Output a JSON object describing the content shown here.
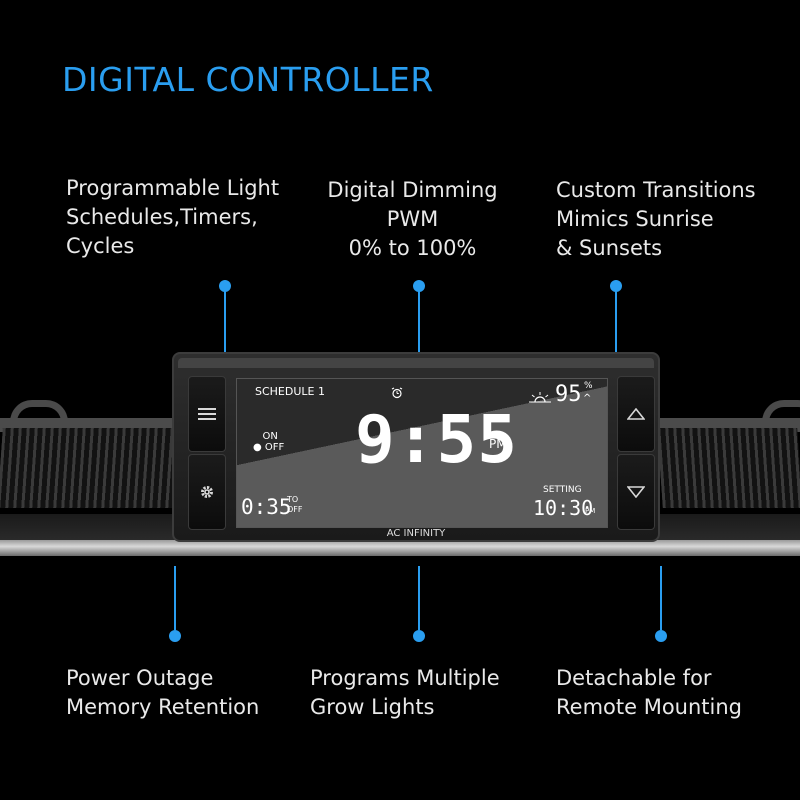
{
  "header": {
    "title": "DIGITAL CONTROLLER"
  },
  "colors": {
    "accent": "#2a9ef0",
    "text": "#e9e9e9",
    "background": "#000000"
  },
  "features_top": [
    {
      "text": "Programmable Light\nSchedules,Timers,\nCycles"
    },
    {
      "text": "Digital Dimming\nPWM\n0% to 100%"
    },
    {
      "text": "Custom Transitions\nMimics Sunrise\n& Sunsets"
    }
  ],
  "features_bottom": [
    {
      "text": "Power Outage\nMemory Retention"
    },
    {
      "text": "Programs Multiple\nGrow Lights"
    },
    {
      "text": "Detachable for\nRemote Mounting"
    }
  ],
  "controller": {
    "brand": "AC INFINITY",
    "buttons": {
      "menu": "menu-icon",
      "settings": "gear-icon",
      "up": "triangle-up-icon",
      "down": "triangle-down-icon"
    },
    "screen": {
      "schedule": "SCHEDULE 1",
      "humidity": "95",
      "humidity_unit": "%",
      "on_label": "ON",
      "off_label": "OFF",
      "time": "9:55",
      "meridiem": "PM",
      "countdown": "0:35",
      "countdown_to": "TO",
      "countdown_off": "OFF",
      "setting_label": "SETTING",
      "setting_time": "10:30",
      "setting_meridiem": "PM"
    }
  }
}
